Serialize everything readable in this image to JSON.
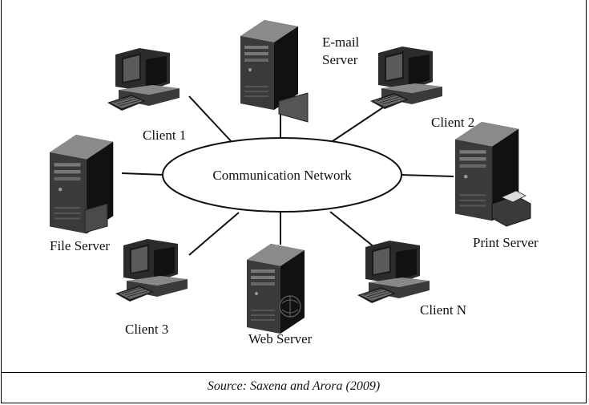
{
  "diagram": {
    "center_label": "Communication Network",
    "nodes": {
      "email_server": [
        "E-mail",
        "Server"
      ],
      "client1": "Client 1",
      "client2": "Client 2",
      "file_server": "File Server",
      "print_server": "Print Server",
      "client3": "Client 3",
      "web_server": "Web Server",
      "clientN": "Client N"
    }
  },
  "caption": "Source: Saxena and Arora (2009)"
}
